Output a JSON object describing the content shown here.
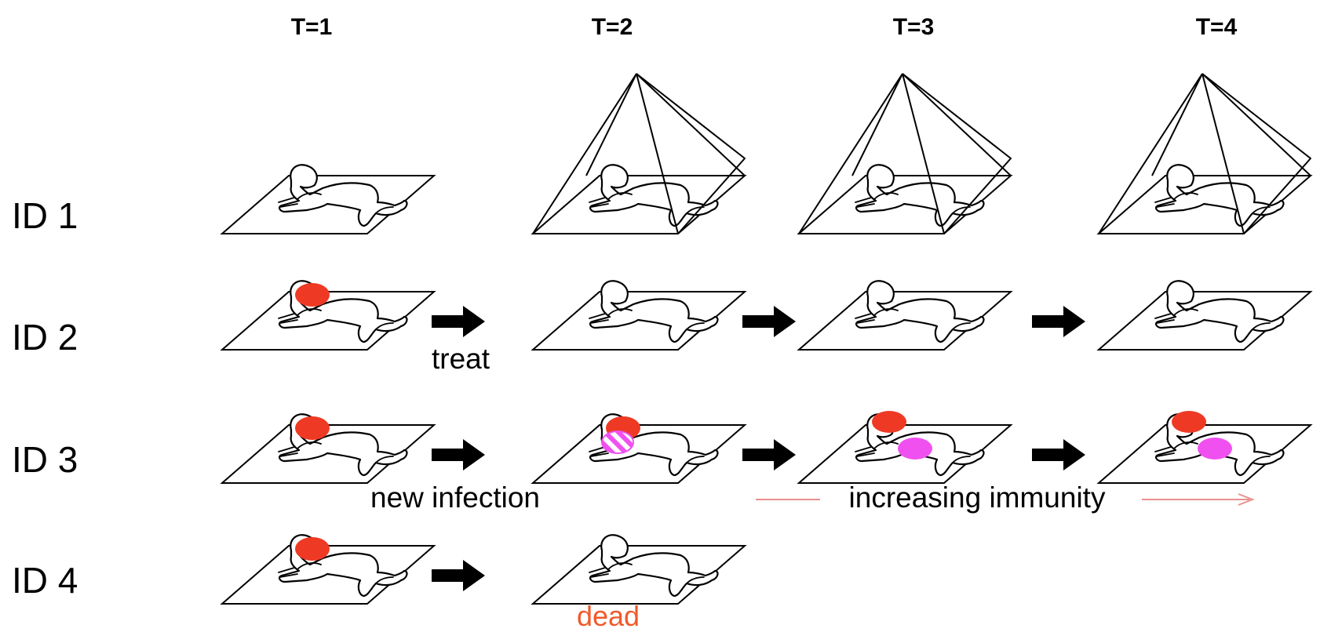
{
  "header": {
    "time_labels": [
      "T=1",
      "T=2",
      "T=3",
      "T=4"
    ]
  },
  "rows": [
    {
      "label": "ID 1"
    },
    {
      "label": "ID 2"
    },
    {
      "label": "ID 3"
    },
    {
      "label": "ID 4"
    }
  ],
  "annotations": {
    "treat": "treat",
    "new_infection": "new infection",
    "increasing_immunity": "increasing immunity",
    "dead": "dead"
  },
  "colors": {
    "infection": "#ee3a24",
    "immunity": "#f050f0",
    "dead_text": "#f05a2a",
    "immunity_arrow": "#e9908e"
  },
  "cells": [
    {
      "row": 1,
      "time": 1,
      "bed_net": false,
      "infection": "none"
    },
    {
      "row": 1,
      "time": 2,
      "bed_net": true,
      "infection": "none"
    },
    {
      "row": 1,
      "time": 3,
      "bed_net": true,
      "infection": "none"
    },
    {
      "row": 1,
      "time": 4,
      "bed_net": true,
      "infection": "none"
    },
    {
      "row": 2,
      "time": 1,
      "bed_net": false,
      "infection": "infected"
    },
    {
      "row": 2,
      "time": 2,
      "bed_net": false,
      "infection": "none"
    },
    {
      "row": 2,
      "time": 3,
      "bed_net": false,
      "infection": "none"
    },
    {
      "row": 2,
      "time": 4,
      "bed_net": false,
      "infection": "none"
    },
    {
      "row": 3,
      "time": 1,
      "bed_net": false,
      "infection": "infected"
    },
    {
      "row": 3,
      "time": 2,
      "bed_net": false,
      "infection": "infected-with-new-hatched"
    },
    {
      "row": 3,
      "time": 3,
      "bed_net": false,
      "infection": "infected-plus-immunity"
    },
    {
      "row": 3,
      "time": 4,
      "bed_net": false,
      "infection": "infected-plus-immunity"
    },
    {
      "row": 4,
      "time": 1,
      "bed_net": false,
      "infection": "infected"
    },
    {
      "row": 4,
      "time": 2,
      "bed_net": false,
      "infection": "dead"
    }
  ],
  "transitions": [
    {
      "row": 2,
      "from": 1,
      "to": 2,
      "icon": "right-arrow-icon"
    },
    {
      "row": 2,
      "from": 2,
      "to": 3,
      "icon": "right-arrow-icon"
    },
    {
      "row": 2,
      "from": 3,
      "to": 4,
      "icon": "right-arrow-icon"
    },
    {
      "row": 3,
      "from": 1,
      "to": 2,
      "icon": "right-arrow-icon"
    },
    {
      "row": 3,
      "from": 2,
      "to": 3,
      "icon": "right-arrow-icon"
    },
    {
      "row": 3,
      "from": 3,
      "to": 4,
      "icon": "right-arrow-icon"
    },
    {
      "row": 4,
      "from": 1,
      "to": 2,
      "icon": "right-arrow-icon"
    }
  ]
}
